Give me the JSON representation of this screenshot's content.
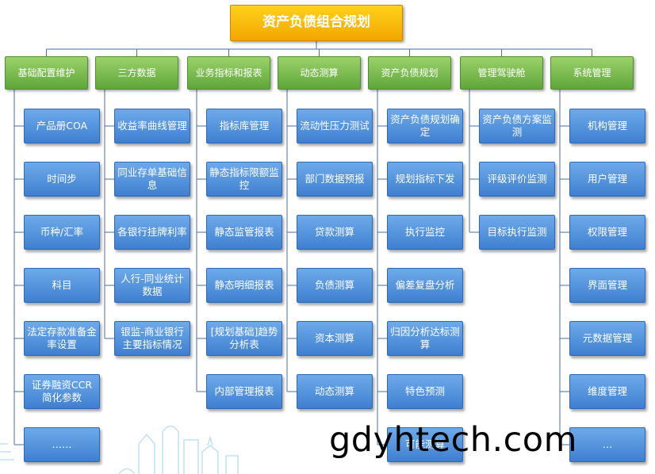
{
  "root": {
    "label": "资产负债组合规划"
  },
  "columns": [
    {
      "label": "基础配置维护",
      "items": [
        "产品册COA",
        "时间步",
        "币种/汇率",
        "科目",
        "法定存款准备金率设置",
        "证券融资CCR简化参数",
        "……"
      ]
    },
    {
      "label": "三方数据",
      "items": [
        "收益率曲线管理",
        "同业存单基础信息",
        "各银行挂牌利率",
        "人行-同业统计数据",
        "银监-商业银行主要指标情况"
      ]
    },
    {
      "label": "业务指标和报表",
      "items": [
        "指标库管理",
        "静态指标限额监控",
        "静态监管报表",
        "静态明细报表",
        "[规划基础]趋势分析表",
        "内部管理报表"
      ]
    },
    {
      "label": "动态测算",
      "items": [
        "流动性压力测试",
        "部门数据预报",
        "贷款测算",
        "负债测算",
        "资本测算",
        "动态测算"
      ]
    },
    {
      "label": "资产负债规划",
      "items": [
        "资产负债规划确定",
        "规划指标下发",
        "执行监控",
        "偏差复盘分析",
        "归因分析达标测算",
        "特色预测",
        "可能测算"
      ]
    },
    {
      "label": "管理驾驶舱",
      "items": [
        "资产负债方案监测",
        "评级评价监测",
        "目标执行监测"
      ]
    },
    {
      "label": "系统管理",
      "items": [
        "机构管理",
        "用户管理",
        "权限管理",
        "界面管理",
        "元数据管理",
        "维度管理",
        "…"
      ]
    }
  ],
  "watermark": "gdyhtech.com",
  "colors": {
    "root": "#f2a500",
    "category": "#6cb043",
    "item": "#4a8ad9",
    "connector": "#4a6fa5"
  }
}
